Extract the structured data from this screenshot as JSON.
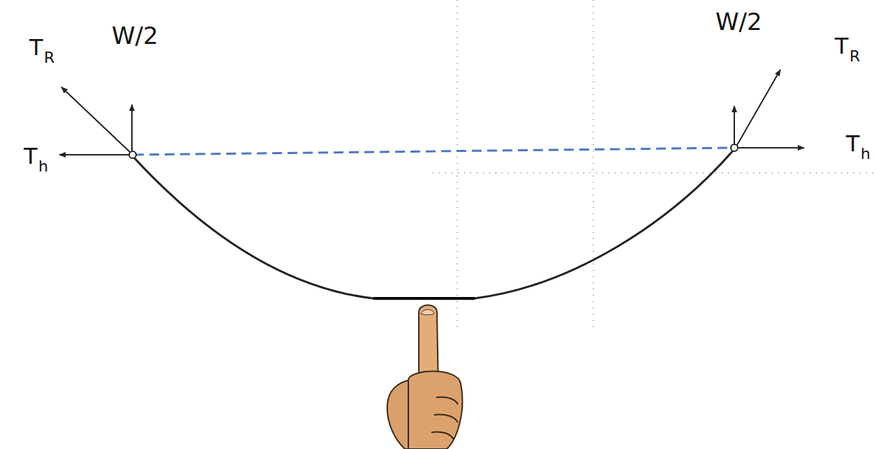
{
  "diagram": {
    "labels": [
      "T",
      "R",
      "W/2",
      "T",
      "h",
      "W/2",
      "T",
      "R",
      "T",
      "h"
    ]
  }
}
